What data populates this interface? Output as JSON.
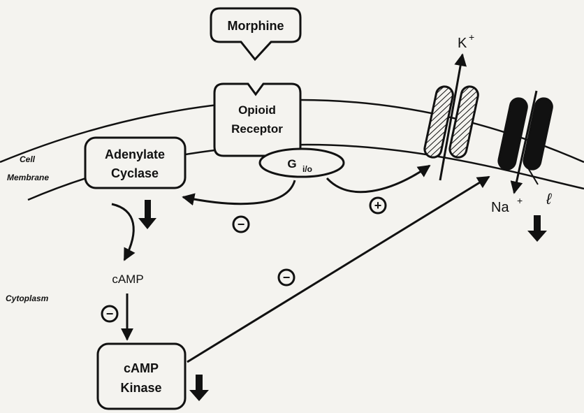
{
  "labels": {
    "morphine": "Morphine",
    "receptor_line1": "Opioid",
    "receptor_line2": "Receptor",
    "adenylate_line1": "Adenylate",
    "adenylate_line2": "Cyclase",
    "g_protein_main": "G",
    "g_protein_sub": "i/o",
    "cell_membrane_line1": "Cell",
    "cell_membrane_line2": "Membrane",
    "cytoplasm": "Cytoplasm",
    "camp": "cAMP",
    "kinase_line1": "cAMP",
    "kinase_line2": "Kinase",
    "k_ion": "K",
    "k_charge": "+",
    "na_ion": "Na",
    "na_charge": "+",
    "script_l": "ℓ"
  },
  "signs": {
    "inhibit": "−",
    "stimulate": "+"
  },
  "colors": {
    "ink": "#111111",
    "paper": "#f4f3ef"
  }
}
